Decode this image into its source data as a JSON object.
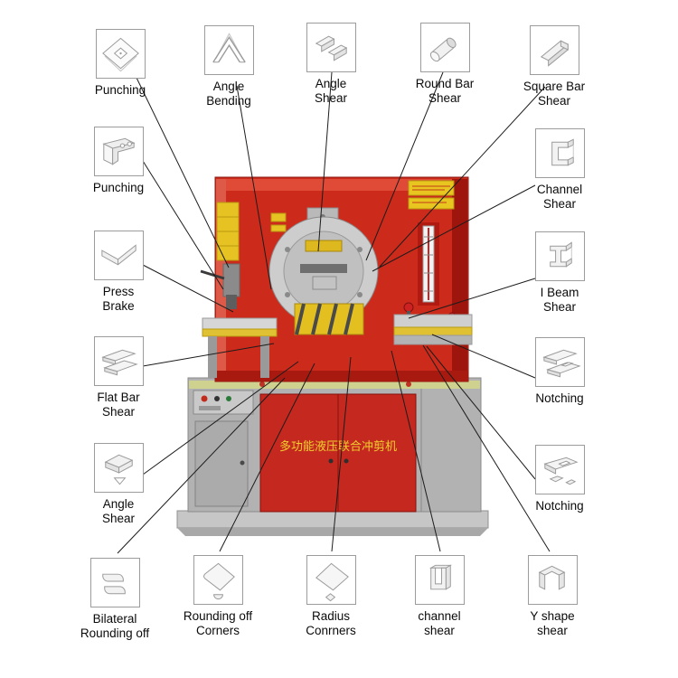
{
  "machine": {
    "name_plate": "多功能液压联合冲剪机",
    "colors": {
      "body_red": "#cc2a1b",
      "door_red": "#c4281e",
      "accent_yellow": "#e6c322",
      "cabinet_gray": "#b2b2b2",
      "connector_line": "#1c1c1c"
    }
  },
  "callouts": [
    {
      "label": "Punching",
      "icon": "punching-plate-icon"
    },
    {
      "label": "Angle\nBending",
      "icon": "angle-bending-icon"
    },
    {
      "label": "Angle\nShear",
      "icon": "angle-shear-icon"
    },
    {
      "label": "Round Bar\nShear",
      "icon": "round-bar-icon"
    },
    {
      "label": "Square Bar\nShear",
      "icon": "square-bar-icon"
    },
    {
      "label": "Punching",
      "icon": "punching-channel-icon"
    },
    {
      "label": "Channel\nShear",
      "icon": "channel-profile-icon"
    },
    {
      "label": "Press\nBrake",
      "icon": "press-brake-icon"
    },
    {
      "label": "I Beam\nShear",
      "icon": "i-beam-icon"
    },
    {
      "label": "Flat Bar\nShear",
      "icon": "flat-bar-icon"
    },
    {
      "label": "Notching",
      "icon": "notching-plates-icon"
    },
    {
      "label": "Angle\nShear",
      "icon": "angle-piece-icon"
    },
    {
      "label": "Notching",
      "icon": "notched-plate-icon"
    },
    {
      "label": "Bilateral\nRounding off",
      "icon": "bilateral-rounding-icon"
    },
    {
      "label": "Rounding off\nCorners",
      "icon": "rounded-corner-icon"
    },
    {
      "label": "Radius\nConrners",
      "icon": "radius-corner-icon"
    },
    {
      "label": "channel\nshear",
      "icon": "u-channel-icon"
    },
    {
      "label": "Y shape\nshear",
      "icon": "y-profile-icon"
    }
  ]
}
